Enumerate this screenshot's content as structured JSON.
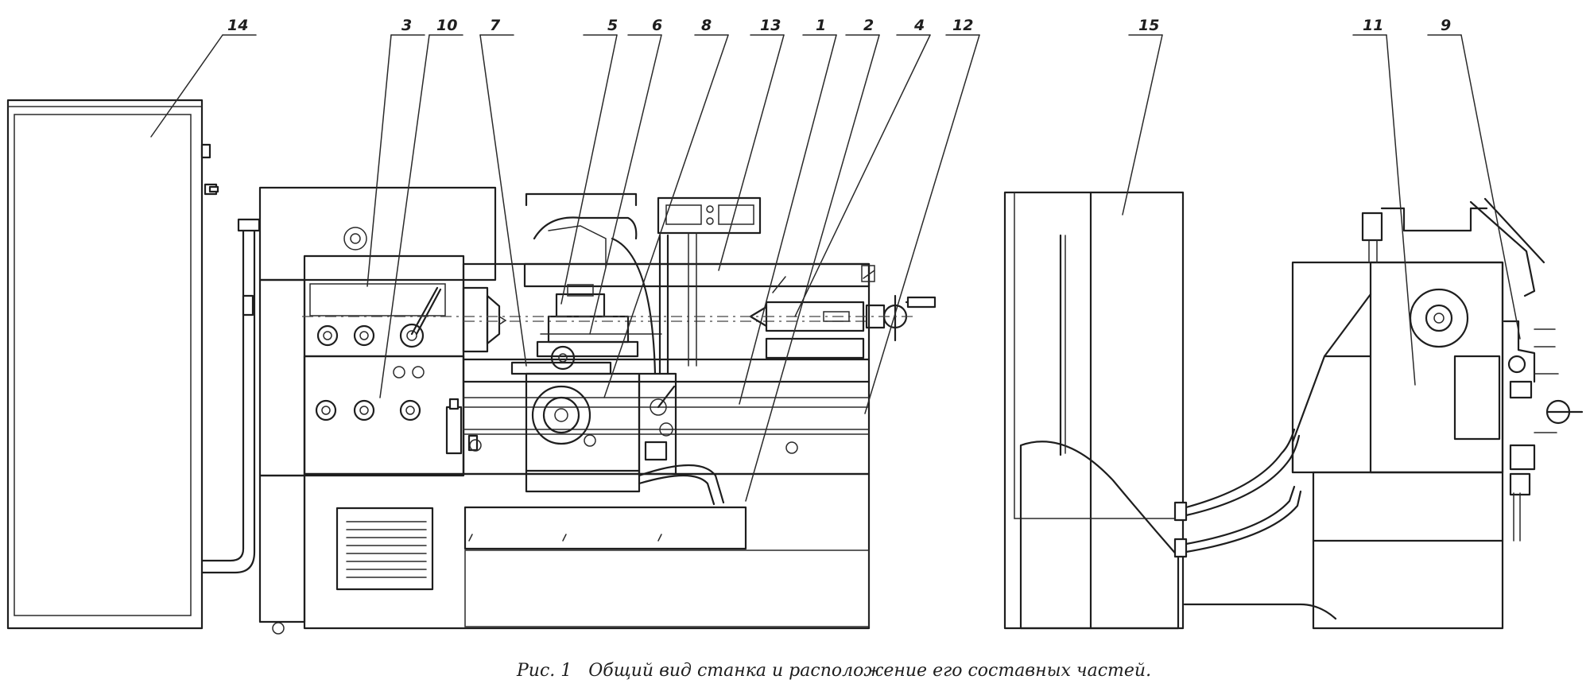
{
  "caption": "Рис. 1   Общий вид станка и расположение его составных частей.",
  "callouts": {
    "c1": "1",
    "c2": "2",
    "c3": "3",
    "c4": "4",
    "c5": "5",
    "c6": "6",
    "c7": "7",
    "c8": "8",
    "c9": "9",
    "c10": "10",
    "c11": "11",
    "c12": "12",
    "c13": "13",
    "c14": "14",
    "c15": "15"
  }
}
